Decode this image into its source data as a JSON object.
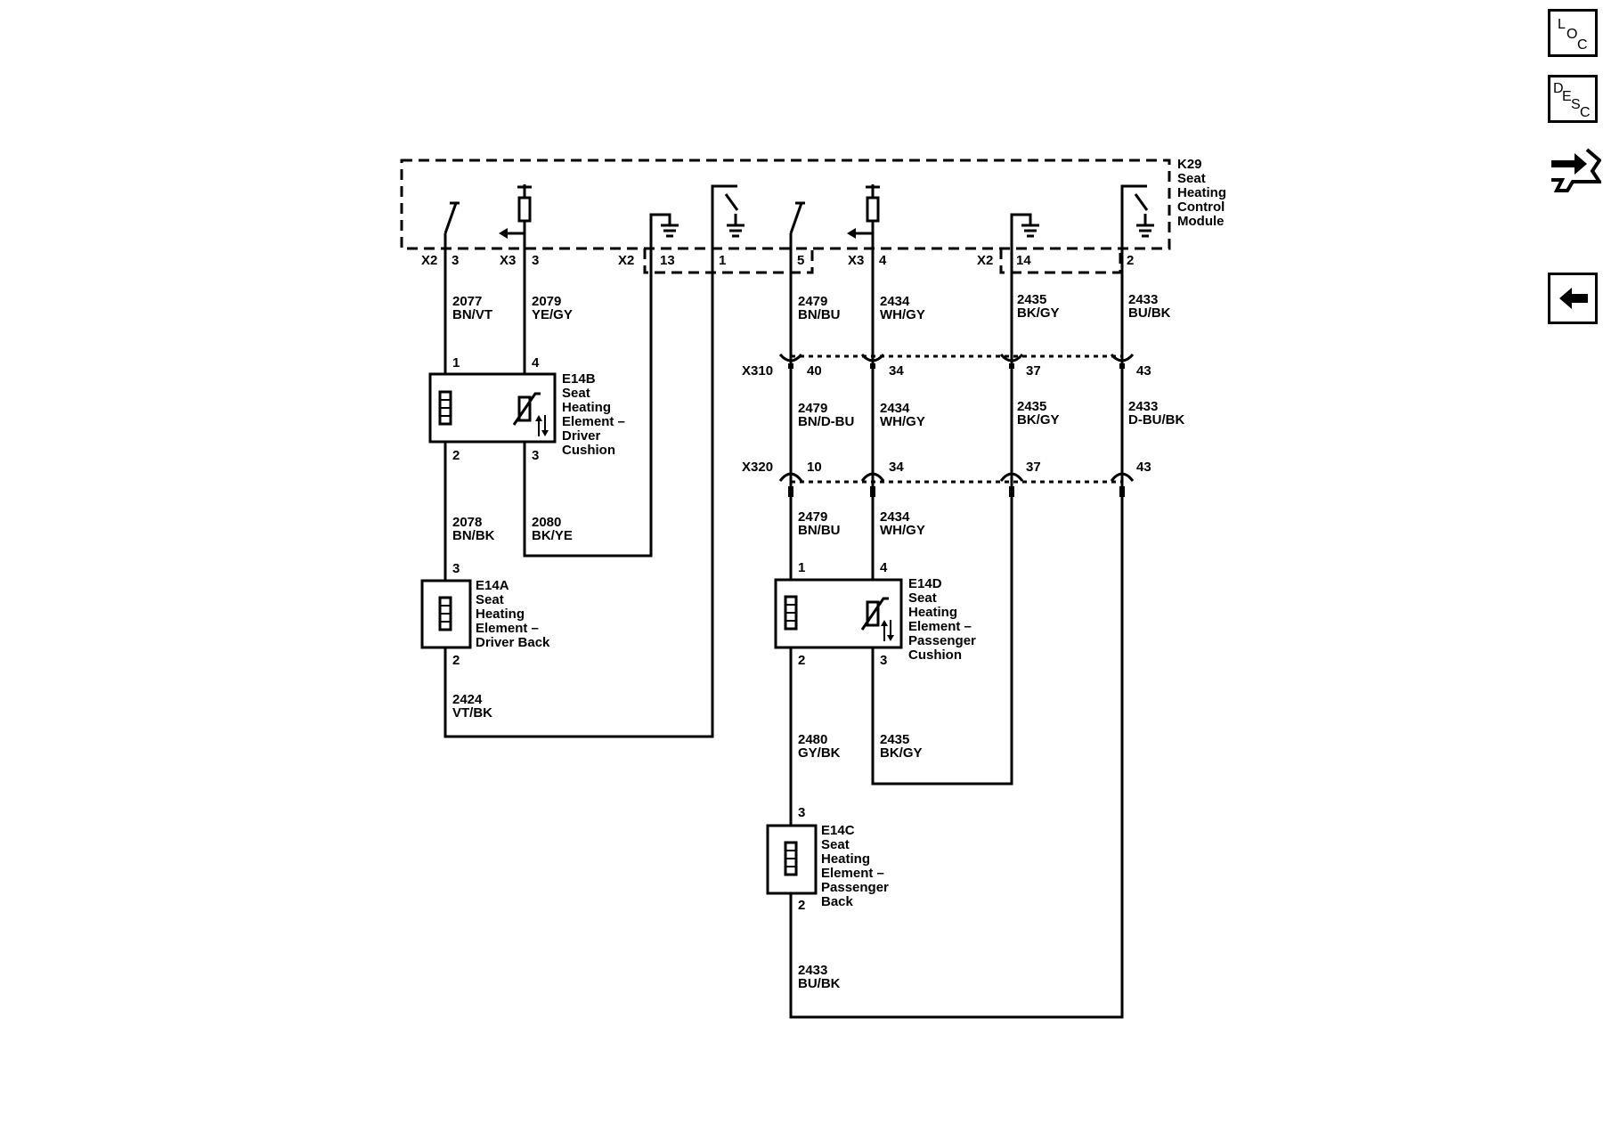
{
  "module": {
    "name": "K29",
    "desc": [
      "Seat",
      "Heating",
      "Control",
      "Module"
    ]
  },
  "connectors": {
    "x2": "X2",
    "x3": "X3",
    "x310": "X310",
    "x320": "X320"
  },
  "pins": {
    "m1": "3",
    "m2": "3",
    "m3": "13",
    "m4": "1",
    "m5": "5",
    "m6": "4",
    "m7": "14",
    "m8": "2",
    "x310_a": "40",
    "x310_b": "34",
    "x310_c": "37",
    "x310_d": "43",
    "x320_a": "10",
    "x320_b": "34",
    "x320_c": "37",
    "x320_d": "43",
    "e14b_1": "1",
    "e14b_4": "4",
    "e14b_2": "2",
    "e14b_3": "3",
    "e14a_3": "3",
    "e14a_2": "2",
    "e14d_1": "1",
    "e14d_4": "4",
    "e14d_2": "2",
    "e14d_3": "3",
    "e14c_3": "3",
    "e14c_2": "2"
  },
  "wires": [
    {
      "circuit": "2077",
      "color": "BN/VT"
    },
    {
      "circuit": "2079",
      "color": "YE/GY"
    },
    {
      "circuit": "2479",
      "color": "BN/BU"
    },
    {
      "circuit": "2434",
      "color": "WH/GY"
    },
    {
      "circuit": "2435",
      "color": "BK/GY"
    },
    {
      "circuit": "2433",
      "color": "BU/BK"
    },
    {
      "circuit": "2479",
      "color": "BN/D-BU"
    },
    {
      "circuit": "2434",
      "color": "WH/GY"
    },
    {
      "circuit": "2435",
      "color": "BK/GY"
    },
    {
      "circuit": "2433",
      "color": "D-BU/BK"
    },
    {
      "circuit": "2078",
      "color": "BN/BK"
    },
    {
      "circuit": "2080",
      "color": "BK/YE"
    },
    {
      "circuit": "2479",
      "color": "BN/BU"
    },
    {
      "circuit": "2434",
      "color": "WH/GY"
    },
    {
      "circuit": "2424",
      "color": "VT/BK"
    },
    {
      "circuit": "2480",
      "color": "GY/BK"
    },
    {
      "circuit": "2435",
      "color": "BK/GY"
    },
    {
      "circuit": "2433",
      "color": "BU/BK"
    }
  ],
  "components": {
    "e14b": [
      "E14B",
      "Seat",
      "Heating",
      "Element –",
      "Driver",
      "Cushion"
    ],
    "e14a": [
      "E14A",
      "Seat",
      "Heating",
      "Element –",
      "Driver Back"
    ],
    "e14d": [
      "E14D",
      "Seat",
      "Heating",
      "Element –",
      "Passenger",
      "Cushion"
    ],
    "e14c": [
      "E14C",
      "Seat",
      "Heating",
      "Element –",
      "Passenger",
      "Back"
    ]
  },
  "sidebar": {
    "loc": [
      "L",
      "O",
      "C"
    ],
    "desc": [
      "D",
      "E",
      "S",
      "C"
    ],
    "icons": [
      "connector-icon",
      "back-arrow-icon"
    ]
  }
}
